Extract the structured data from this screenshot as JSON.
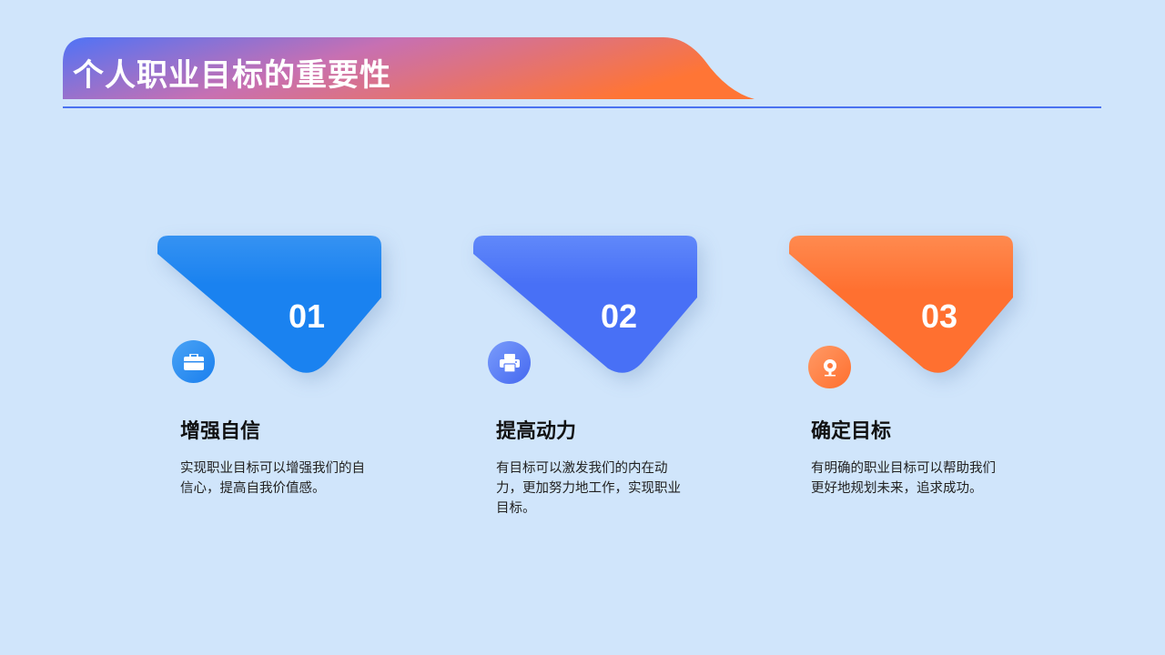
{
  "header": {
    "title": "个人职业目标的重要性",
    "gradient_start": "#4f73f6",
    "gradient_end": "#ff7535",
    "rule_color": "#4a72f0"
  },
  "background": "#d0e5fb",
  "items": [
    {
      "number": "01",
      "icon": "briefcase-icon",
      "title": "增强自信",
      "description": "实现职业目标可以增强我们的自信心，提高自我价值感。",
      "color_top": "#3592f2",
      "color_bottom": "#1a82f0"
    },
    {
      "number": "02",
      "icon": "printer-icon",
      "title": "提高动力",
      "description": "有目标可以激发我们的内在动力，更加努力地工作，实现职业目标。",
      "color_top": "#6088fa",
      "color_bottom": "#4870f6"
    },
    {
      "number": "03",
      "icon": "webcam-icon",
      "title": "确定目标",
      "description": "有明确的职业目标可以帮助我们更好地规划未来，追求成功。",
      "color_top": "#ff8a4f",
      "color_bottom": "#ff7030"
    }
  ]
}
